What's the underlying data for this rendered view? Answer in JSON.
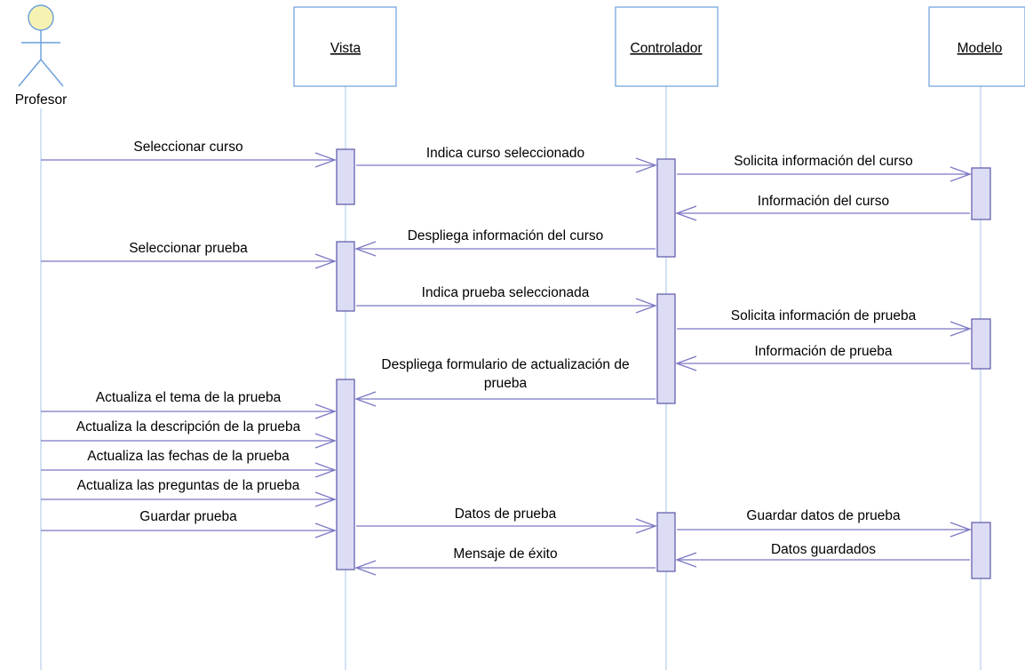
{
  "actor": {
    "name": "Profesor"
  },
  "participants": [
    {
      "id": "vista",
      "name": "Vista"
    },
    {
      "id": "controlador",
      "name": "Controlador"
    },
    {
      "id": "modelo",
      "name": "Modelo"
    }
  ],
  "messages": [
    {
      "label": "Seleccionar curso",
      "from": "profesor",
      "to": "vista"
    },
    {
      "label": "Indica curso seleccionado",
      "from": "vista",
      "to": "controlador"
    },
    {
      "label": "Solicita información del curso",
      "from": "controlador",
      "to": "modelo"
    },
    {
      "label": "Información del curso",
      "from": "modelo",
      "to": "controlador",
      "return": true
    },
    {
      "label": "Despliega información del curso",
      "from": "controlador",
      "to": "vista",
      "return": true
    },
    {
      "label": "Seleccionar prueba",
      "from": "profesor",
      "to": "vista"
    },
    {
      "label": "Indica prueba seleccionada",
      "from": "vista",
      "to": "controlador"
    },
    {
      "label": "Solicita información de prueba",
      "from": "controlador",
      "to": "modelo"
    },
    {
      "label": "Información de prueba",
      "from": "modelo",
      "to": "controlador",
      "return": true
    },
    {
      "label_lines": [
        "Despliega formulario de actualización de",
        "prueba"
      ],
      "from": "controlador",
      "to": "vista",
      "return": true
    },
    {
      "label": "Actualiza el tema de la prueba",
      "from": "profesor",
      "to": "vista"
    },
    {
      "label": "Actualiza la descripción de la prueba",
      "from": "profesor",
      "to": "vista"
    },
    {
      "label": "Actualiza las fechas de la prueba",
      "from": "profesor",
      "to": "vista"
    },
    {
      "label": "Actualiza las preguntas de la prueba",
      "from": "profesor",
      "to": "vista"
    },
    {
      "label": "Guardar prueba",
      "from": "profesor",
      "to": "vista"
    },
    {
      "label": "Datos de prueba",
      "from": "vista",
      "to": "controlador"
    },
    {
      "label": "Guardar datos de prueba",
      "from": "controlador",
      "to": "modelo"
    },
    {
      "label": "Datos guardados",
      "from": "modelo",
      "to": "controlador",
      "return": true
    },
    {
      "label": "Mensaje de éxito",
      "from": "controlador",
      "to": "vista",
      "return": true
    }
  ],
  "colors": {
    "line": "#7b78c4",
    "box_border": "#6a9fd8",
    "activation_fill": "#dcdcf4",
    "actor_head": "#f6f2b4"
  }
}
